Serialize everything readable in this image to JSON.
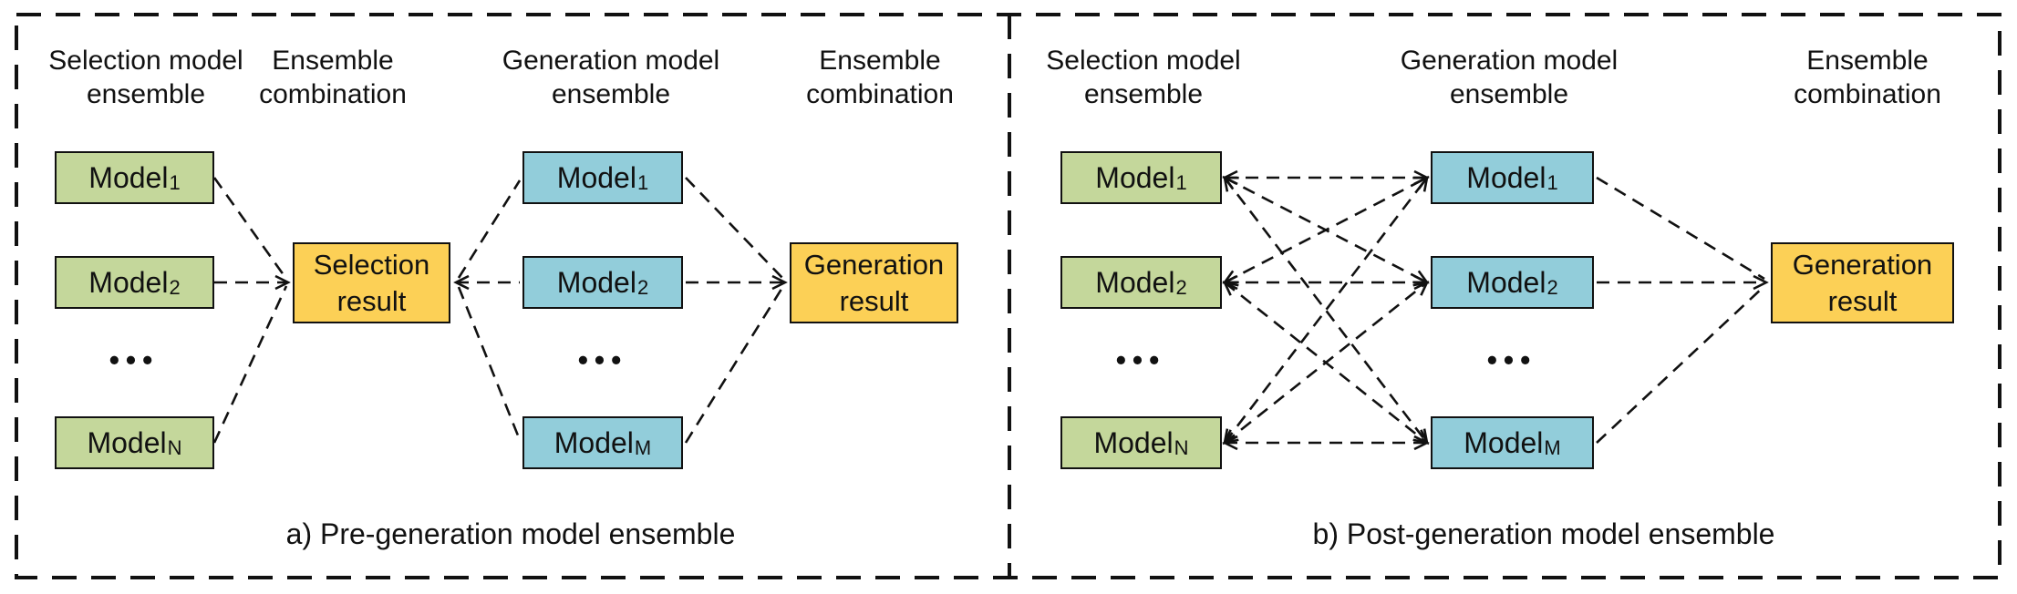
{
  "colors": {
    "selection-fill": "#c4d79b",
    "generation-fill": "#92cdda",
    "result-fill": "#fcd056",
    "line-color": "#111111",
    "text-color": "#111111"
  },
  "panel_a": {
    "headers": [
      "Selection model\nensemble",
      "Ensemble\ncombination",
      "Generation model\nensemble",
      "Ensemble\ncombination"
    ],
    "selection_models": [
      {
        "name": "Model",
        "sub": "1"
      },
      {
        "name": "Model",
        "sub": "2"
      },
      {
        "name": "Model",
        "sub": "N"
      }
    ],
    "generation_models": [
      {
        "name": "Model",
        "sub": "1"
      },
      {
        "name": "Model",
        "sub": "2"
      },
      {
        "name": "Model",
        "sub": "M"
      }
    ],
    "selection_ellipsis": "•••",
    "generation_ellipsis": "•••",
    "selection_result": "Selection\nresult",
    "generation_result": "Generation\nresult",
    "caption": "a) Pre-generation model ensemble"
  },
  "panel_b": {
    "headers": [
      "Selection model\nensemble",
      "Generation model\nensemble",
      "Ensemble\ncombination"
    ],
    "selection_models": [
      {
        "name": "Model",
        "sub": "1"
      },
      {
        "name": "Model",
        "sub": "2"
      },
      {
        "name": "Model",
        "sub": "N"
      }
    ],
    "generation_models": [
      {
        "name": "Model",
        "sub": "1"
      },
      {
        "name": "Model",
        "sub": "2"
      },
      {
        "name": "Model",
        "sub": "M"
      }
    ],
    "selection_ellipsis": "•••",
    "generation_ellipsis": "•••",
    "generation_result": "Generation\nresult",
    "caption": "b) Post-generation model ensemble"
  }
}
